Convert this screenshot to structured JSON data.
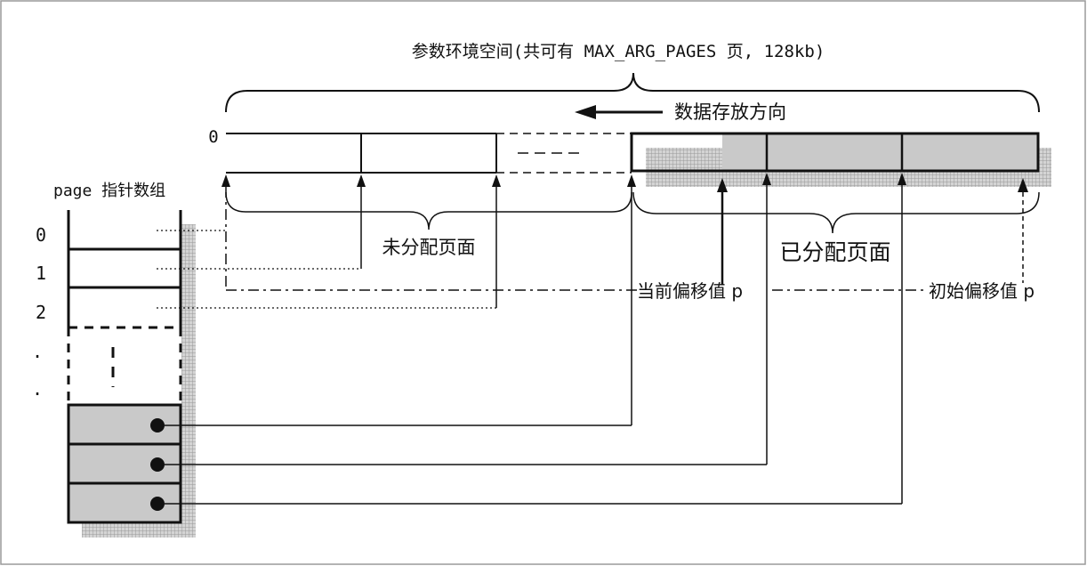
{
  "title": "参数环境空间(共可有 MAX_ARG_PAGES 页, 128kb)",
  "direction_label": "数据存放方向",
  "page_start_label": "0",
  "array_title": "page 指针数组",
  "array_indices": [
    "0",
    "1",
    "2",
    ".",
    "."
  ],
  "unallocated_label": "未分配页面",
  "allocated_label": "已分配页面",
  "current_offset_label": "当前偏移值 p",
  "initial_offset_label": "初始偏移值 p",
  "colors": {
    "stroke": "#111111",
    "allocated_fill": "#c9c9c9",
    "shadow": "#a9a9a9",
    "background": "#ffffff"
  },
  "icons": {
    "direction_arrow": "left-arrow-icon",
    "pointer_dot": "pointer-dot-icon",
    "up_arrow": "up-arrow-icon"
  }
}
